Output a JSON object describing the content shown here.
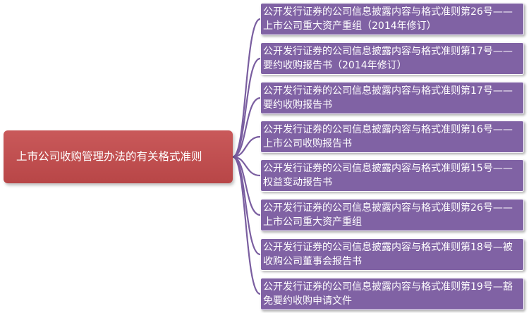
{
  "root": {
    "label": "上市公司收购管理办法的有关格式准则"
  },
  "children": [
    {
      "label": "公开发行证券的公司信息披露内容与格式准则第26号——上市公司重大资产重组（2014年修订）"
    },
    {
      "label": "公开发行证券的公司信息披露内容与格式准则第17号——要约收购报告书（2014年修订）"
    },
    {
      "label": "公开发行证券的公司信息披露内容与格式准则第17号——要约收购报告书"
    },
    {
      "label": "公开发行证券的公司信息披露内容与格式准则第16号——上市公司收购报告书"
    },
    {
      "label": "公开发行证券的公司信息披露内容与格式准则第15号——权益变动报告书"
    },
    {
      "label": "公开发行证券的公司信息披露内容与格式准则第26号——上市公司重大资产重组"
    },
    {
      "label": "公开发行证券的公司信息披露内容与格式准则第18号—被收购公司董事会报告书"
    },
    {
      "label": "公开发行证券的公司信息披露内容与格式准则第19号—豁免要约收购申请文件"
    }
  ],
  "colors": {
    "root_fill": "#c0504d",
    "child_fill": "#8062a4",
    "connector": "#7a5ea0"
  }
}
